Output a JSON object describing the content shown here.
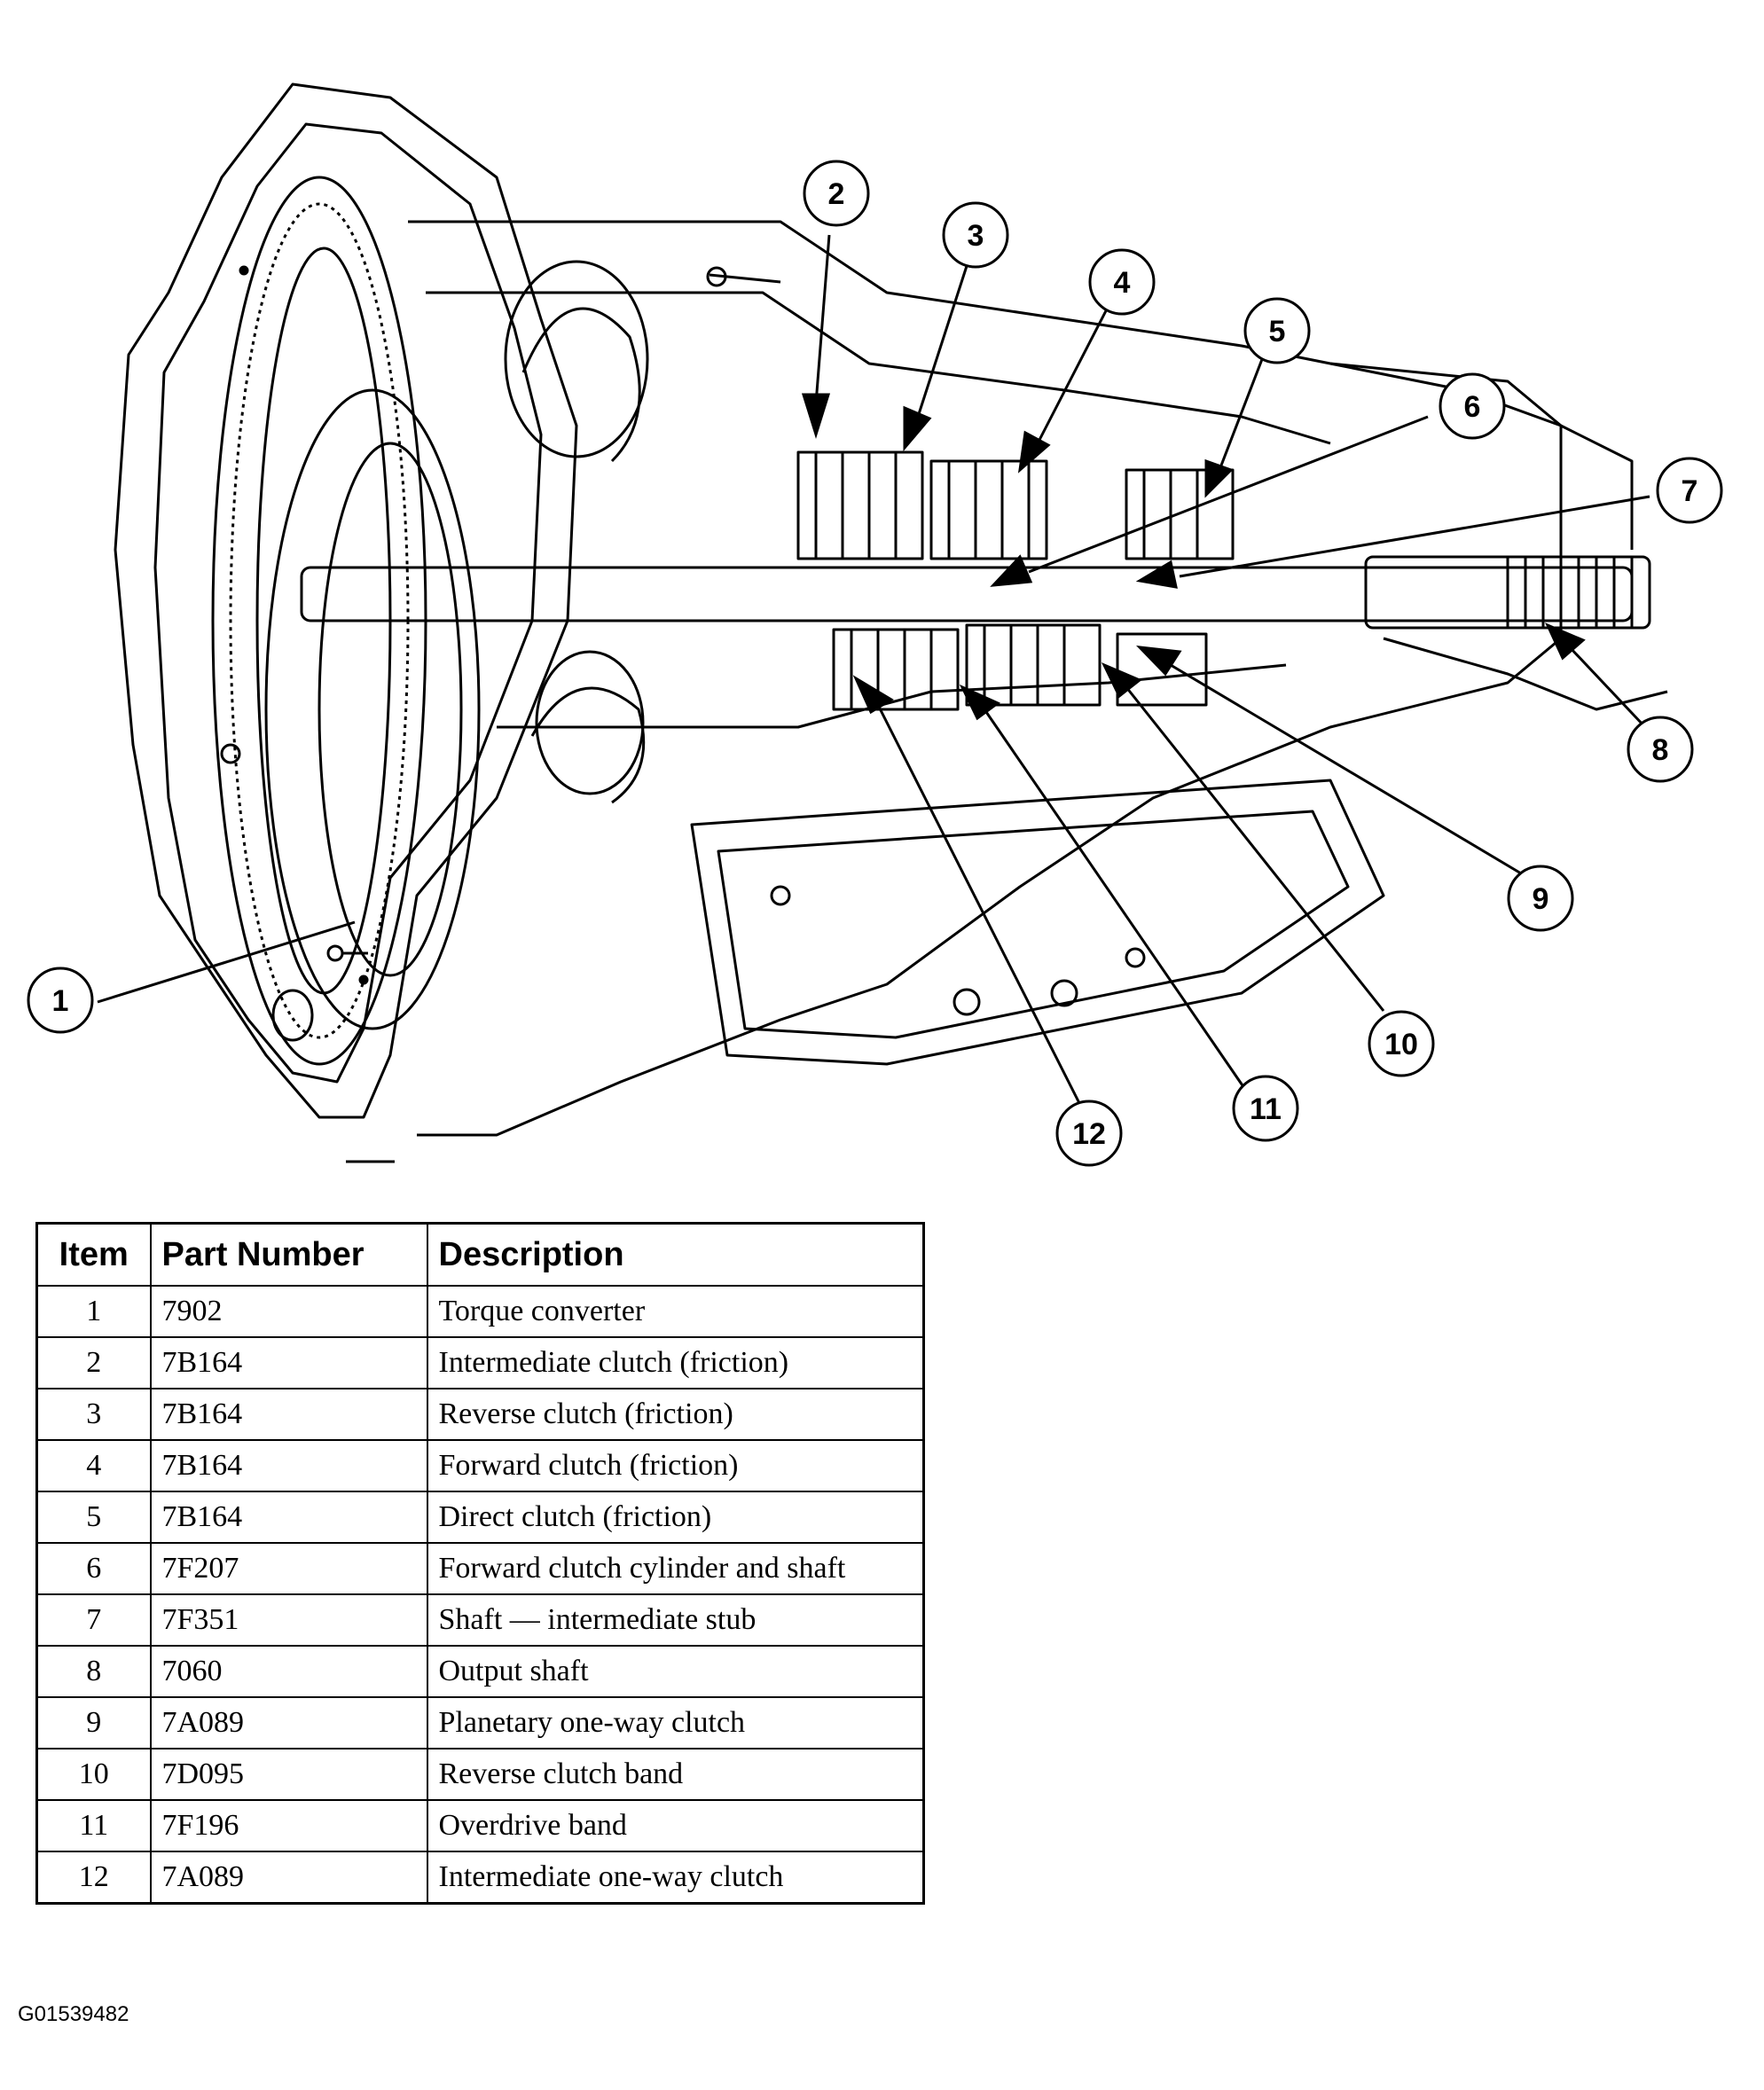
{
  "callouts": [
    "1",
    "2",
    "3",
    "4",
    "5",
    "6",
    "7",
    "8",
    "9",
    "10",
    "11",
    "12"
  ],
  "table": {
    "headers": {
      "item": "Item",
      "part_number": "Part Number",
      "description": "Description"
    },
    "rows": [
      {
        "item": "1",
        "part_number": "7902",
        "description": "Torque converter"
      },
      {
        "item": "2",
        "part_number": "7B164",
        "description": "Intermediate clutch (friction)"
      },
      {
        "item": "3",
        "part_number": "7B164",
        "description": "Reverse clutch (friction)"
      },
      {
        "item": "4",
        "part_number": "7B164",
        "description": "Forward clutch (friction)"
      },
      {
        "item": "5",
        "part_number": "7B164",
        "description": "Direct clutch (friction)"
      },
      {
        "item": "6",
        "part_number": "7F207",
        "description": "Forward clutch cylinder and shaft"
      },
      {
        "item": "7",
        "part_number": "7F351",
        "description": "Shaft — intermediate stub"
      },
      {
        "item": "8",
        "part_number": "7060",
        "description": "Output shaft"
      },
      {
        "item": "9",
        "part_number": "7A089",
        "description": "Planetary one-way clutch"
      },
      {
        "item": "10",
        "part_number": "7D095",
        "description": "Reverse clutch band"
      },
      {
        "item": "11",
        "part_number": "7F196",
        "description": "Overdrive band"
      },
      {
        "item": "12",
        "part_number": "7A089",
        "description": "Intermediate one-way clutch"
      }
    ]
  },
  "figure_id": "G01539482"
}
